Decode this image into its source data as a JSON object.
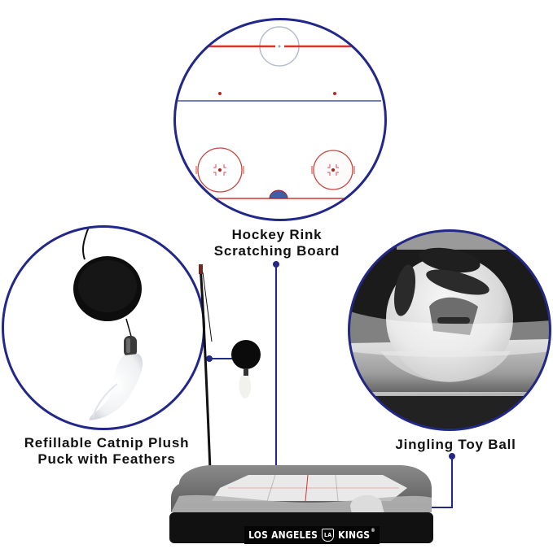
{
  "callouts": {
    "rink": {
      "line1": "Hockey Rink",
      "line2": "Scratching Board"
    },
    "puck": {
      "line1": "Refillable Catnip Plush",
      "line2": "Puck with Feathers"
    },
    "ball": {
      "line1": "Jingling Toy Ball"
    }
  },
  "product": {
    "brand_left": "LOS ANGELES",
    "brand_right": "KINGS",
    "brand_mark": "LA",
    "trademark": "®"
  },
  "colors": {
    "accent": "#22288a",
    "rink_red": "#d8332a",
    "rink_blue": "#5a6fb0",
    "base_black": "#111111"
  }
}
